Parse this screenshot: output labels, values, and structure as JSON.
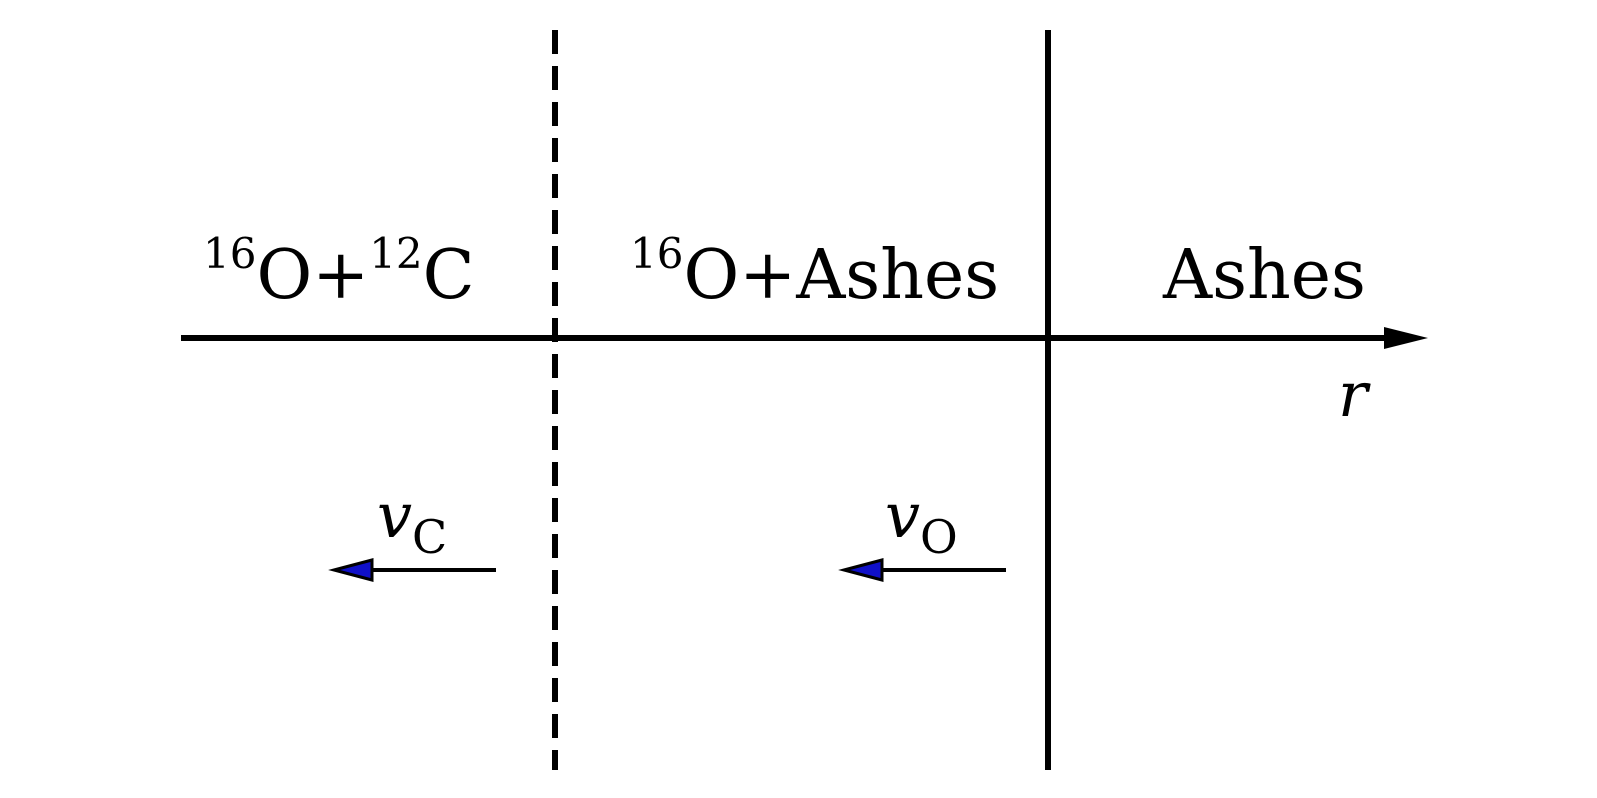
{
  "regions": {
    "left": {
      "mass1": "16",
      "element1": "O",
      "plus": "+",
      "mass2": "12",
      "element2": "C"
    },
    "middle": {
      "mass1": "16",
      "element1": "O",
      "plus": "+",
      "label": "Ashes"
    },
    "right": {
      "label": "Ashes"
    }
  },
  "axis": {
    "label": "r"
  },
  "velocities": {
    "carbon": {
      "symbol": "v",
      "subscript": "C"
    },
    "oxygen": {
      "symbol": "v",
      "subscript": "O"
    }
  },
  "colors": {
    "line": "#000000",
    "arrowhead_fill": "#1010c8"
  }
}
